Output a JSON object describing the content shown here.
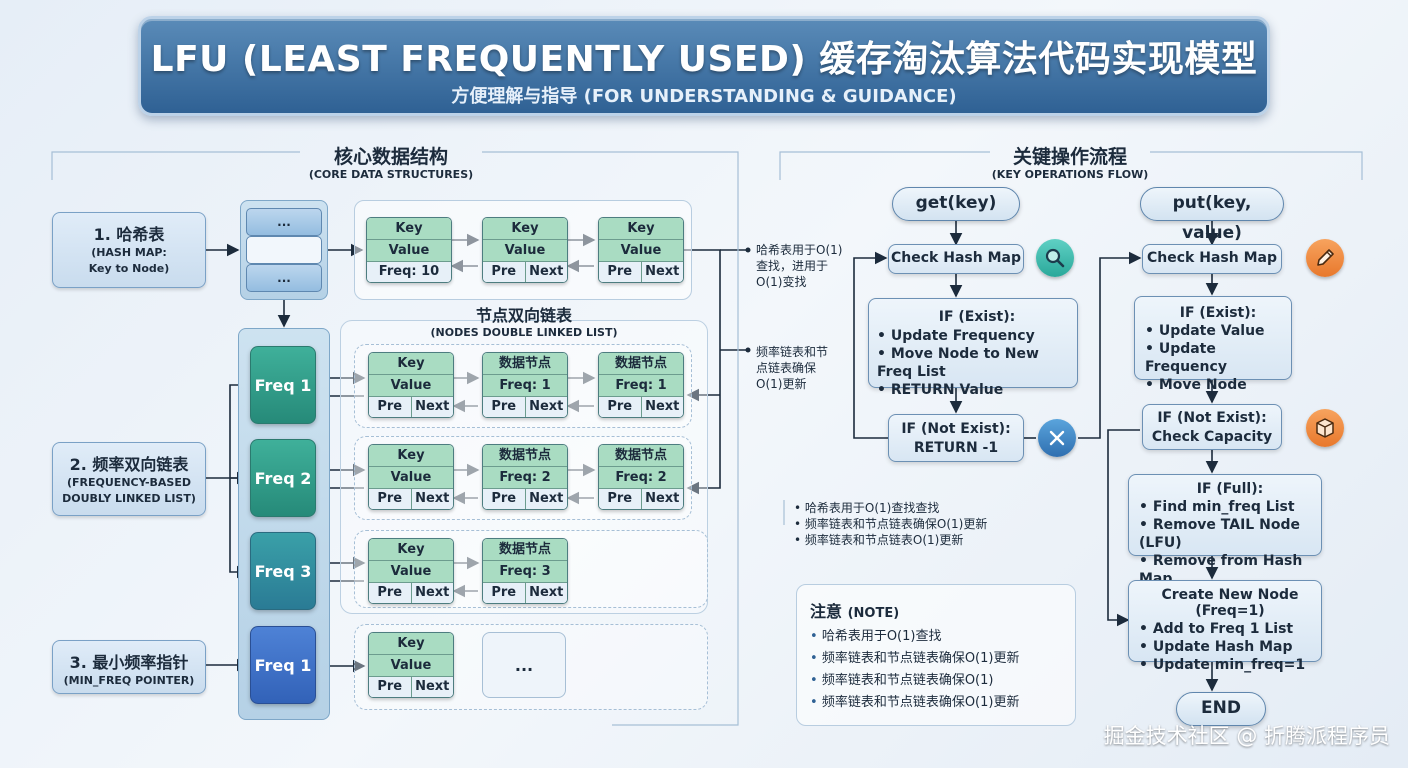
{
  "title": {
    "main": "LFU (LEAST FREQUENTLY USED) 缓存淘汰算法代码实现模型",
    "sub": "方便理解与指导 (FOR UNDERSTANDING & GUIDANCE)"
  },
  "core": {
    "title": "核心数据结构",
    "subtitle": "(CORE DATA STRUCTURES)",
    "labels": [
      {
        "line1": "1. 哈希表",
        "line2": "(HASH MAP:",
        "line3": "Key to Node)"
      },
      {
        "line1": "2. 频率双向链表",
        "line2": "(FREQUENCY-BASED",
        "line3": "DOUBLY LINKED LIST)"
      },
      {
        "line1": "3. 最小频率指针",
        "line2": "(MIN_FREQ POINTER)",
        "line3": ""
      }
    ],
    "hash_slots": [
      "...",
      "",
      "..."
    ],
    "hash_nodes": [
      {
        "r1": "Key",
        "r2": "Value",
        "r3": [
          "Freq: 10"
        ]
      },
      {
        "r1": "Key",
        "r2": "Value",
        "r3": [
          "Pre",
          "Next"
        ]
      },
      {
        "r1": "Key",
        "r2": "Value",
        "r3": [
          "Pre",
          "Next"
        ]
      }
    ],
    "hash_note": [
      "哈希表用于O(1)",
      "查找，进用于",
      "O(1)变找"
    ],
    "list_title": "节点双向链表",
    "list_subtitle": "(NODES DOUBLE LINKED LIST)",
    "list_note": [
      "频率链表和节",
      "点链表确保",
      "O(1)更新"
    ],
    "freq_boxes": [
      "Freq 1",
      "Freq 2",
      "Freq 3",
      "Freq 1"
    ],
    "row1": [
      {
        "r1": "Key",
        "r2": "Value",
        "r3": [
          "Pre",
          "Next"
        ]
      },
      {
        "r1": "数据节点",
        "r2": "Freq: 1",
        "r3": [
          "Pre",
          "Next"
        ]
      },
      {
        "r1": "数据节点",
        "r2": "Freq: 1",
        "r3": [
          "Pre",
          "Next"
        ]
      }
    ],
    "row2": [
      {
        "r1": "Key",
        "r2": "Value",
        "r3": [
          "Pre",
          "Next"
        ]
      },
      {
        "r1": "数据节点",
        "r2": "Freq: 2",
        "r3": [
          "Pre",
          "Next"
        ]
      },
      {
        "r1": "数据节点",
        "r2": "Freq: 2",
        "r3": [
          "Pre",
          "Next"
        ]
      }
    ],
    "row3": [
      {
        "r1": "Key",
        "r2": "Value",
        "r3": [
          "Pre",
          "Next"
        ]
      },
      {
        "r1": "数据节点",
        "r2": "Freq: 3",
        "r3": [
          "Pre",
          "Next"
        ]
      }
    ],
    "row4": [
      {
        "r1": "Key",
        "r2": "Value",
        "r3": [
          "Pre",
          "Next"
        ]
      }
    ],
    "ellipsis": "..."
  },
  "bullets_mid": [
    "哈希表用于O(1)查找查找",
    "频率链表和节点链表确保O(1)更新",
    "频率链表和节点链表O(1)更新"
  ],
  "note": {
    "title": "注意",
    "title_en": "(NOTE)",
    "items": [
      "哈希表用于O(1)查找",
      "频率链表和节点链表确保O(1)更新",
      "频率链表和节点链表确保O(1)",
      "频率链表和节点链表确保O(1)更新"
    ]
  },
  "ops": {
    "title": "关键操作流程",
    "subtitle": "(KEY OPERATIONS FLOW)",
    "get": {
      "pill": "get(key)",
      "check": "Check Hash Map",
      "exist_title": "IF (Exist):",
      "exist_items": [
        "Update Frequency",
        "Move Node to New Freq List",
        "RETURN Value"
      ],
      "notexist_l1": "IF (Not Exist):",
      "notexist_l2": "RETURN -1"
    },
    "put": {
      "pill": "put(key, value)",
      "check": "Check Hash Map",
      "exist_title": "IF (Exist):",
      "exist_items": [
        "Update Value",
        "Update Frequency",
        "Move Node"
      ],
      "notexist_l1": "IF (Not Exist):",
      "notexist_l2": "Check Capacity",
      "full_title": "IF (Full):",
      "full_items": [
        "Find min_freq List",
        "Remove TAIL Node (LFU)",
        "Remove from Hash Map"
      ],
      "create_title": "Create New Node (Freq=1)",
      "create_items": [
        "Add to Freq 1 List",
        "Update Hash Map",
        "Update min_freq=1"
      ],
      "end": "END"
    }
  },
  "icons": {
    "search": "search-icon",
    "close": "close-icon",
    "pencil": "pencil-icon",
    "box": "box-icon"
  },
  "colors": {
    "title_blue": "#2f6194",
    "freq_teal": "#2e9c8a",
    "freq_blue": "#3d6ec9",
    "node_green": "#a9dcc2",
    "accent_orange": "#f08a3c"
  },
  "watermark": "掘金技术社区 @ 折腾派程序员"
}
